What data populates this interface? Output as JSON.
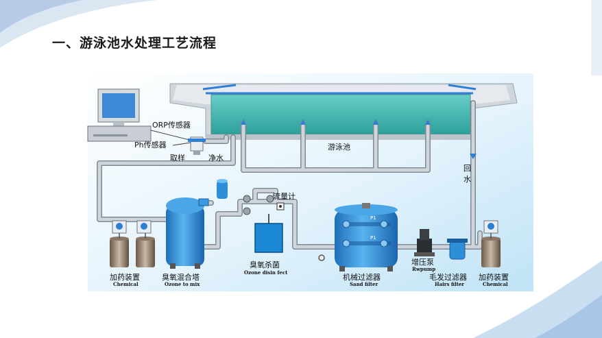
{
  "title": "一、游泳池水处理工艺流程",
  "labels": {
    "orp_sensor": "ORP传感器",
    "ph_sensor": "Ph传感器",
    "sampling": "取样",
    "clean_water": "净水",
    "pool": "游泳池",
    "return_water_1": "回",
    "return_water_2": "水",
    "flow_meter": "流量计",
    "chemical_left_cn": "加药装置",
    "chemical_left_en": "Chemical",
    "ozone_mix_cn": "臭氧混合塔",
    "ozone_mix_en": "Ozone to mix",
    "ozone_disinfect_cn": "臭氧杀菌",
    "ozone_disinfect_en": "Ozone disin fect",
    "sand_filter_cn": "机械过滤器",
    "sand_filter_en": "Sand filter",
    "booster_pump_cn": "增压泵",
    "booster_pump_en": "Rwpump",
    "hair_filter_cn": "毛发过滤器",
    "hair_filter_en": "Hairs filter",
    "chemical_right_cn": "加药装置",
    "chemical_right_en": "Chemical",
    "gauge_p1": "P1",
    "gauge_p2": "P1"
  },
  "colors": {
    "pipe": "#bfc6cc",
    "pipe_outline": "#7f8a93",
    "pool_water": "#4fbfb9",
    "equipment_blue": "#2e8fd8",
    "ozone_box": "#1a88d4",
    "diagram_bg": "#d8eefa"
  }
}
